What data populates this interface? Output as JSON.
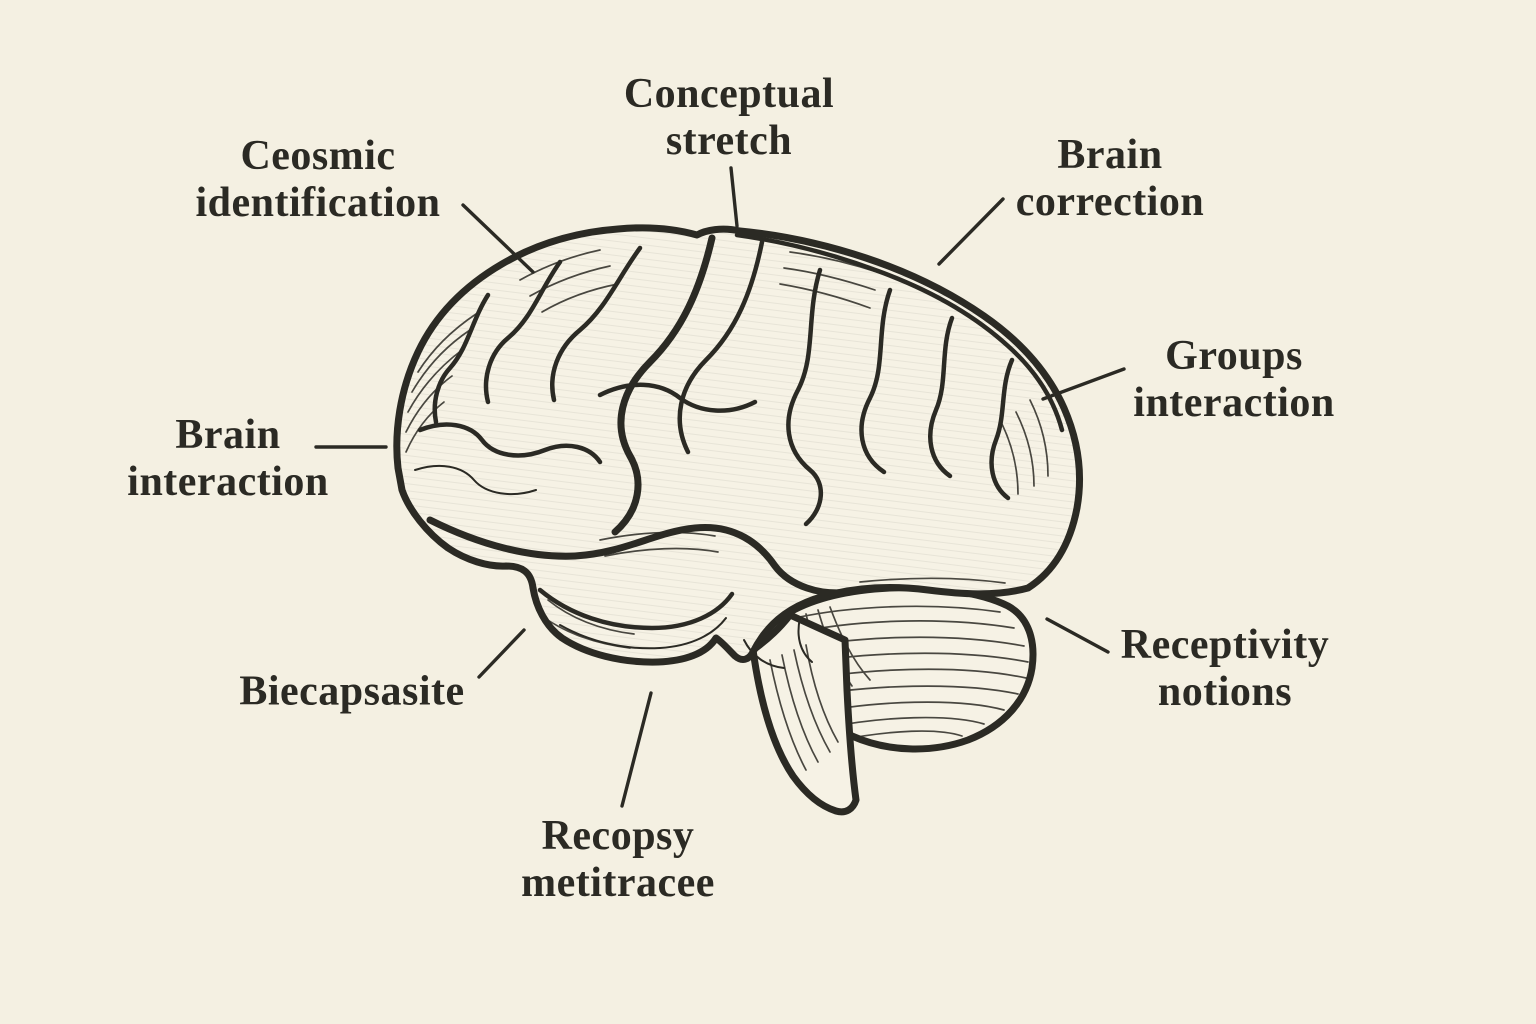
{
  "colors": {
    "background": "#f4f0e2",
    "ink": "#2b2a24",
    "paper_fill": "#f6f2e5"
  },
  "figure": {
    "name": "brain-engraving-side-view",
    "alt": "Engraved line illustration of a human brain, lateral view, with cerebellum and brain stem"
  },
  "labels": [
    {
      "id": "conceptual-stretch",
      "text": "Conceptual\nstretch"
    },
    {
      "id": "ceosmic-identification",
      "text": "Ceosmic\nidentification"
    },
    {
      "id": "brain-correction",
      "text": "Brain\ncorrection"
    },
    {
      "id": "groups-interaction",
      "text": "Groups\ninteraction"
    },
    {
      "id": "brain-interaction",
      "text": "Brain\ninteraction"
    },
    {
      "id": "biecapsasite",
      "text": "Biecapsasite"
    },
    {
      "id": "receptivity-notions",
      "text": "Receptivity\nnotions"
    },
    {
      "id": "recopsy-metitracee",
      "text": "Recopsy\nmetitracee"
    }
  ]
}
